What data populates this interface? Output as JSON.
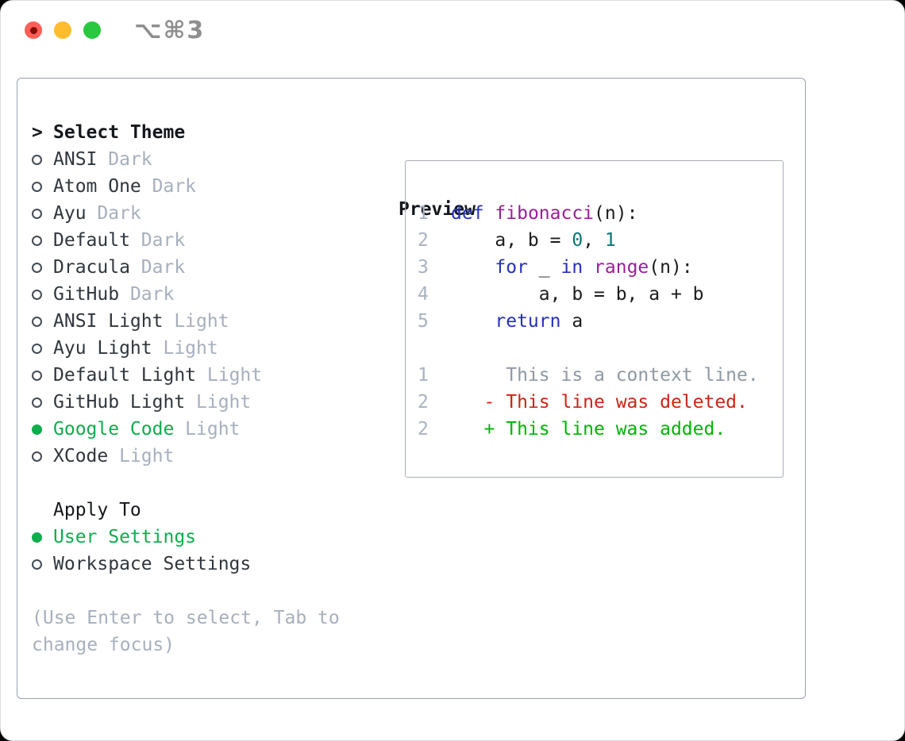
{
  "window": {
    "title": "⌥⌘3"
  },
  "colors": {
    "traffic_red": "#ff5f57",
    "traffic_red_dot": "#850f00",
    "traffic_yellow": "#febc2e",
    "traffic_green": "#28c840",
    "title_gray": "#8e8e8e",
    "text_dark": "#30363d",
    "heading_black": "#14181c",
    "muted_gray": "#a7afbd",
    "ui_green": "#0ead4d",
    "panel_border": "#99a1ad",
    "preview_border": "#a7aeb8",
    "code_keyword": "#2531bb",
    "code_function": "#9a1f9a",
    "code_literal": "#0c7575",
    "code_plain": "#1c1c1c",
    "line_number": "#a9b2c0",
    "diff_context": "#8f99a3",
    "diff_deleted": "#ce2413",
    "diff_added": "#00b404"
  },
  "theme_list": {
    "prompt": ">",
    "heading": "Select Theme",
    "items": [
      {
        "name": "ANSI",
        "tag": "Dark",
        "selected": false
      },
      {
        "name": "Atom One",
        "tag": "Dark",
        "selected": false
      },
      {
        "name": "Ayu",
        "tag": "Dark",
        "selected": false
      },
      {
        "name": "Default",
        "tag": "Dark",
        "selected": false
      },
      {
        "name": "Dracula",
        "tag": "Dark",
        "selected": false
      },
      {
        "name": "GitHub",
        "tag": "Dark",
        "selected": false
      },
      {
        "name": "ANSI Light",
        "tag": "Light",
        "selected": false
      },
      {
        "name": "Ayu Light",
        "tag": "Light",
        "selected": false
      },
      {
        "name": "Default Light",
        "tag": "Light",
        "selected": false
      },
      {
        "name": "GitHub Light",
        "tag": "Light",
        "selected": false
      },
      {
        "name": "Google Code",
        "tag": "Light",
        "selected": true
      },
      {
        "name": "XCode",
        "tag": "Light",
        "selected": false
      }
    ]
  },
  "apply_to": {
    "heading": "Apply To",
    "options": [
      {
        "label": "User Settings",
        "selected": true
      },
      {
        "label": "Workspace Settings",
        "selected": false
      }
    ]
  },
  "help_lines": [
    "(Use Enter to select, Tab to",
    "change focus)"
  ],
  "preview": {
    "heading": "Preview",
    "code_lines": [
      {
        "num": "1",
        "tokens": [
          {
            "t": "def",
            "c": "kw"
          },
          {
            "t": " ",
            "c": "plain"
          },
          {
            "t": "fibonacci",
            "c": "fn"
          },
          {
            "t": "(n):",
            "c": "plain"
          }
        ]
      },
      {
        "num": "2",
        "tokens": [
          {
            "t": "    a, b = ",
            "c": "plain"
          },
          {
            "t": "0",
            "c": "lit"
          },
          {
            "t": ", ",
            "c": "plain"
          },
          {
            "t": "1",
            "c": "lit"
          }
        ]
      },
      {
        "num": "3",
        "tokens": [
          {
            "t": "    ",
            "c": "plain"
          },
          {
            "t": "for",
            "c": "kw"
          },
          {
            "t": " _ ",
            "c": "plain"
          },
          {
            "t": "in",
            "c": "kw"
          },
          {
            "t": " ",
            "c": "plain"
          },
          {
            "t": "range",
            "c": "fn"
          },
          {
            "t": "(n):",
            "c": "plain"
          }
        ]
      },
      {
        "num": "4",
        "tokens": [
          {
            "t": "        a, b = b, a + b",
            "c": "plain"
          }
        ]
      },
      {
        "num": "5",
        "tokens": [
          {
            "t": "    ",
            "c": "plain"
          },
          {
            "t": "return",
            "c": "kw"
          },
          {
            "t": " a",
            "c": "plain"
          }
        ]
      }
    ],
    "diff_lines": [
      {
        "num": "1",
        "tokens": [
          {
            "t": "     This is a context line.",
            "c": "ctx"
          }
        ]
      },
      {
        "num": "2",
        "tokens": [
          {
            "t": "   ",
            "c": "plain"
          },
          {
            "t": "- This line was deleted.",
            "c": "del"
          }
        ]
      },
      {
        "num": "2",
        "tokens": [
          {
            "t": "   ",
            "c": "plain"
          },
          {
            "t": "+ This line was added.",
            "c": "add"
          }
        ]
      }
    ]
  }
}
